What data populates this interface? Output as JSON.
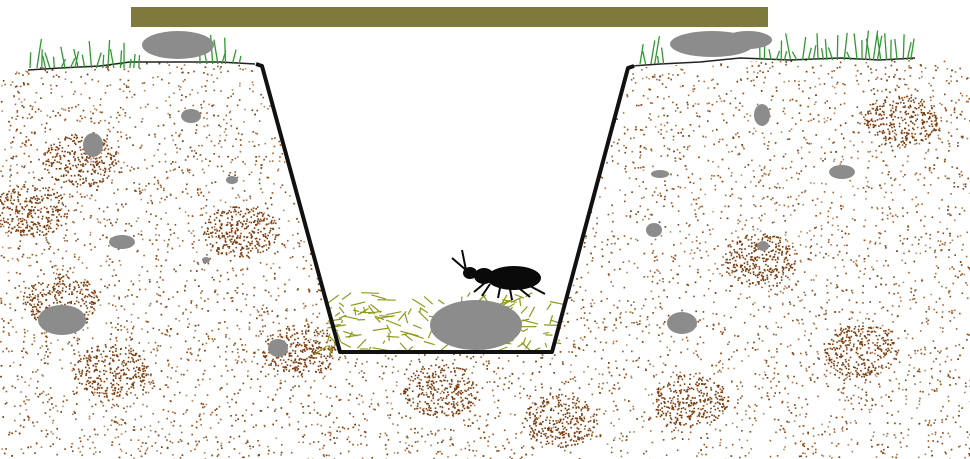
{
  "colors": {
    "background": "#ffffff",
    "cover_board": "#7d7a3c",
    "soil_speckle": "#9a4e12",
    "soil_speckle_dark": "#7a3a0a",
    "stone": "#8c8c8c",
    "grass": "#2f9a2f",
    "bait_leaves": "#8f9a1a",
    "trap_wall": "#111111",
    "beetle": "#0a0a0a"
  },
  "icons": {
    "cover_board": "plank-shape",
    "ground_surface": "grass-tufts",
    "trap": "trapezoid-pit-outline",
    "insect": "beetle-silhouette",
    "stones": "rounded-grey-ellipses"
  }
}
